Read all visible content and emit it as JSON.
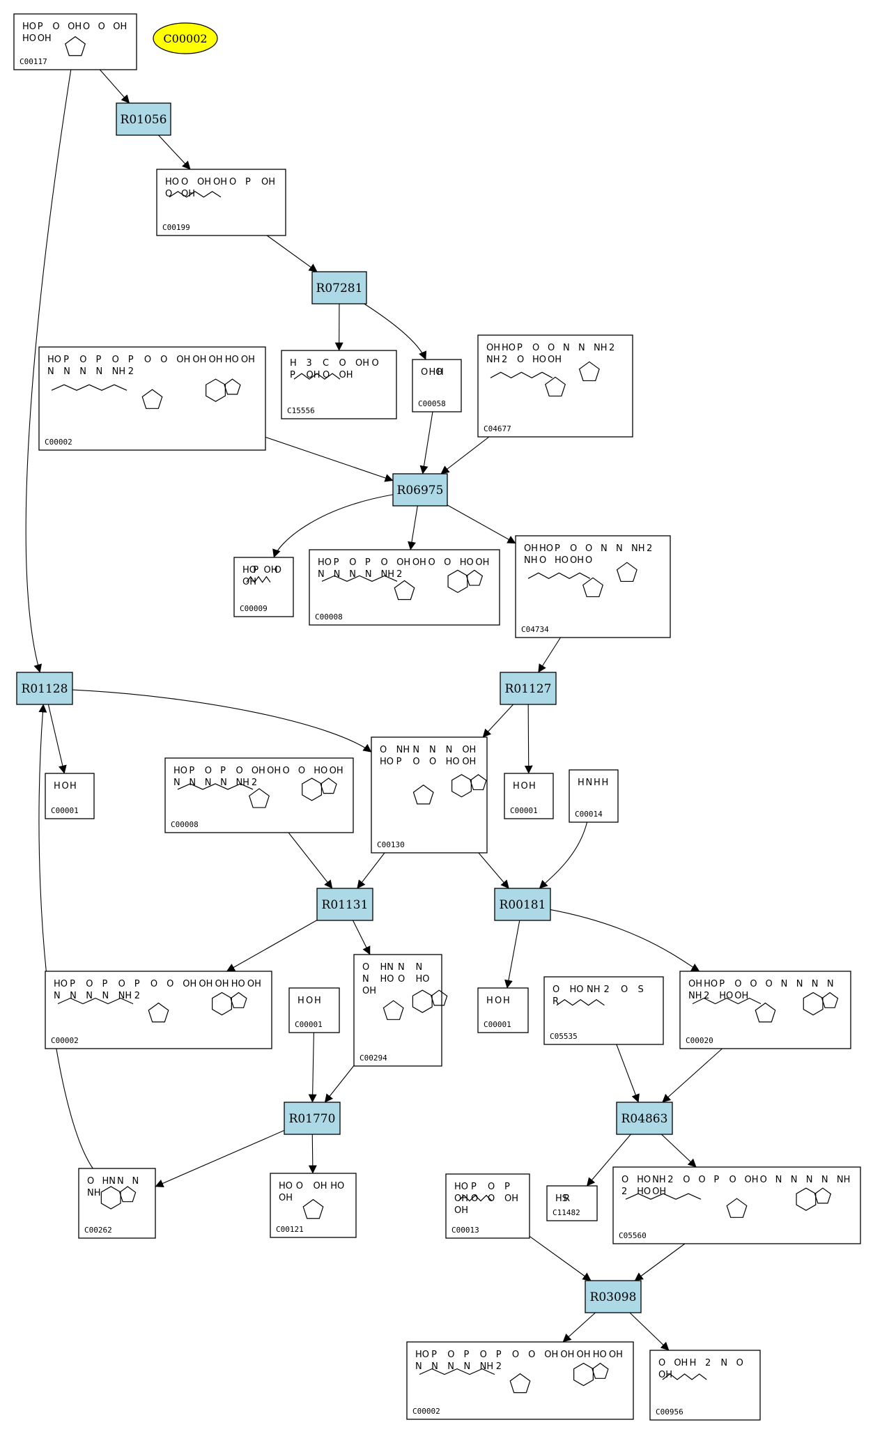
{
  "colors": {
    "reaction_fill": "#add8e6",
    "highlight_fill": "#ffff00",
    "stroke": "#000000"
  },
  "highlight": {
    "label": "C00002"
  },
  "reactions": [
    {
      "id": "r01056",
      "label": "R01056"
    },
    {
      "id": "r07281",
      "label": "R07281"
    },
    {
      "id": "r06975",
      "label": "R06975"
    },
    {
      "id": "r01128",
      "label": "R01128"
    },
    {
      "id": "r01127",
      "label": "R01127"
    },
    {
      "id": "r01131",
      "label": "R01131"
    },
    {
      "id": "r00181",
      "label": "R00181"
    },
    {
      "id": "r01770",
      "label": "R01770"
    },
    {
      "id": "r04863",
      "label": "R04863"
    },
    {
      "id": "r03098",
      "label": "R03098"
    }
  ],
  "compounds": [
    {
      "id": "c00117",
      "label": "C00117",
      "type": "ribose-p",
      "atoms": [
        "HO",
        "P",
        "O",
        "OH",
        "O",
        "O",
        "OH",
        "HO",
        "OH"
      ]
    },
    {
      "id": "c00199",
      "label": "C00199",
      "type": "chain-p",
      "atoms": [
        "HO",
        "O",
        "OH",
        "OH",
        "O",
        "P",
        "OH",
        "O",
        "OH"
      ]
    },
    {
      "id": "c15556",
      "label": "C15556",
      "type": "chain-p",
      "atoms": [
        "H",
        "3",
        "C",
        "O",
        "OH",
        "O",
        "P",
        "OH",
        "O",
        "OH"
      ]
    },
    {
      "id": "c00058",
      "label": "C00058",
      "type": "small",
      "atoms": [
        "O",
        "HO",
        "H"
      ]
    },
    {
      "id": "c00002a",
      "label": "C00002",
      "type": "atp",
      "atoms": [
        "HO",
        "P",
        "O",
        "P",
        "O",
        "P",
        "O",
        "O",
        "OH",
        "OH",
        "OH",
        "HO",
        "OH",
        "N",
        "N",
        "N",
        "N",
        "NH",
        "2"
      ]
    },
    {
      "id": "c04677",
      "label": "C04677",
      "type": "aicar",
      "atoms": [
        "OH",
        "HO",
        "P",
        "O",
        "O",
        "N",
        "N",
        "NH",
        "2",
        "NH",
        "2",
        "O",
        "HO",
        "OH"
      ]
    },
    {
      "id": "c00009",
      "label": "C00009",
      "type": "phosphate",
      "atoms": [
        "HO",
        "P",
        "OH",
        "O",
        "OH"
      ]
    },
    {
      "id": "c00008a",
      "label": "C00008",
      "type": "adp",
      "atoms": [
        "HO",
        "P",
        "O",
        "P",
        "O",
        "OH",
        "OH",
        "O",
        "O",
        "HO",
        "OH",
        "N",
        "N",
        "N",
        "N",
        "NH",
        "2"
      ]
    },
    {
      "id": "c04734",
      "label": "C04734",
      "type": "faicar",
      "atoms": [
        "OH",
        "HO",
        "P",
        "O",
        "O",
        "N",
        "N",
        "NH",
        "2",
        "NH",
        "O",
        "HO",
        "OH",
        "O"
      ]
    },
    {
      "id": "c00001a",
      "label": "C00001",
      "type": "water",
      "atoms": [
        "H",
        "O",
        "H"
      ]
    },
    {
      "id": "c00008b",
      "label": "C00008",
      "type": "adp",
      "atoms": [
        "HO",
        "P",
        "O",
        "P",
        "O",
        "OH",
        "OH",
        "O",
        "O",
        "HO",
        "OH",
        "N",
        "N",
        "N",
        "N",
        "NH",
        "2"
      ]
    },
    {
      "id": "c00130",
      "label": "C00130",
      "type": "imp",
      "atoms": [
        "O",
        "NH",
        "N",
        "N",
        "N",
        "OH",
        "HO",
        "P",
        "O",
        "O",
        "HO",
        "OH"
      ]
    },
    {
      "id": "c00001b",
      "label": "C00001",
      "type": "water",
      "atoms": [
        "H",
        "O",
        "H"
      ]
    },
    {
      "id": "c00014",
      "label": "C00014",
      "type": "ammonia",
      "atoms": [
        "H",
        "N",
        "H",
        "H"
      ]
    },
    {
      "id": "c00002b",
      "label": "C00002",
      "type": "atp",
      "atoms": [
        "HO",
        "P",
        "O",
        "P",
        "O",
        "P",
        "O",
        "O",
        "OH",
        "OH",
        "OH",
        "HO",
        "OH",
        "N",
        "N",
        "N",
        "N",
        "NH",
        "2"
      ]
    },
    {
      "id": "c00001c",
      "label": "C00001",
      "type": "water",
      "atoms": [
        "H",
        "O",
        "H"
      ]
    },
    {
      "id": "c00294",
      "label": "C00294",
      "type": "inosine",
      "atoms": [
        "O",
        "HN",
        "N",
        "N",
        "N",
        "HO",
        "O",
        "HO",
        "OH"
      ]
    },
    {
      "id": "c00001d",
      "label": "C00001",
      "type": "water",
      "atoms": [
        "H",
        "O",
        "H"
      ]
    },
    {
      "id": "c05535",
      "label": "C05535",
      "type": "acyl",
      "atoms": [
        "O",
        "HO",
        "NH",
        "2",
        "O",
        "S",
        "R"
      ]
    },
    {
      "id": "c00020",
      "label": "C00020",
      "type": "amp",
      "atoms": [
        "OH",
        "HO",
        "P",
        "O",
        "O",
        "O",
        "N",
        "N",
        "N",
        "N",
        "NH",
        "2",
        "HO",
        "OH"
      ]
    },
    {
      "id": "c00262",
      "label": "C00262",
      "type": "hypoxanthine",
      "atoms": [
        "O",
        "HN",
        "N",
        "N",
        "NH"
      ]
    },
    {
      "id": "c00121",
      "label": "C00121",
      "type": "ribose",
      "atoms": [
        "HO",
        "O",
        "OH",
        "HO",
        "OH"
      ]
    },
    {
      "id": "c11482",
      "label": "C11482",
      "type": "thiol",
      "atoms": [
        "HS",
        "R"
      ]
    },
    {
      "id": "c00013",
      "label": "C00013",
      "type": "ppi",
      "atoms": [
        "HO",
        "P",
        "O",
        "P",
        "OH",
        "O",
        "O",
        "OH",
        "OH"
      ]
    },
    {
      "id": "c05560",
      "label": "C05560",
      "type": "acyl-amp",
      "atoms": [
        "O",
        "HO",
        "NH",
        "2",
        "O",
        "O",
        "P",
        "O",
        "OH",
        "O",
        "N",
        "N",
        "N",
        "N",
        "NH",
        "2",
        "HO",
        "OH"
      ]
    },
    {
      "id": "c00002c",
      "label": "C00002",
      "type": "atp",
      "atoms": [
        "HO",
        "P",
        "O",
        "P",
        "O",
        "P",
        "O",
        "O",
        "OH",
        "OH",
        "OH",
        "HO",
        "OH",
        "N",
        "N",
        "N",
        "N",
        "NH",
        "2"
      ]
    },
    {
      "id": "c00956",
      "label": "C00956",
      "type": "aminoacid",
      "atoms": [
        "O",
        "OH",
        "H",
        "2",
        "N",
        "O",
        "OH"
      ]
    }
  ],
  "edges": [
    [
      "c00117",
      "r01056"
    ],
    [
      "r01056",
      "c00199"
    ],
    [
      "c00199",
      "r07281"
    ],
    [
      "r07281",
      "c15556"
    ],
    [
      "r07281",
      "c00058"
    ],
    [
      "c00002a",
      "r06975"
    ],
    [
      "c00058",
      "r06975"
    ],
    [
      "c04677",
      "r06975"
    ],
    [
      "r06975",
      "c00009"
    ],
    [
      "r06975",
      "c00008a"
    ],
    [
      "r06975",
      "c04734"
    ],
    [
      "c00117",
      "r01128"
    ],
    [
      "r01128",
      "c00001a"
    ],
    [
      "r01128",
      "c00130"
    ],
    [
      "c04734",
      "r01127"
    ],
    [
      "r01127",
      "c00130"
    ],
    [
      "r01127",
      "c00001b"
    ],
    [
      "c00008b",
      "r01131"
    ],
    [
      "c00130",
      "r01131"
    ],
    [
      "c00130",
      "r00181"
    ],
    [
      "c00014",
      "r00181"
    ],
    [
      "r01131",
      "c00002b"
    ],
    [
      "r01131",
      "c00294"
    ],
    [
      "r00181",
      "c00001c"
    ],
    [
      "r00181",
      "c00020"
    ],
    [
      "c00001d",
      "r01770"
    ],
    [
      "c00294",
      "r01770"
    ],
    [
      "r01770",
      "c00262"
    ],
    [
      "r01770",
      "c00121"
    ],
    [
      "c00262",
      "r01128"
    ],
    [
      "c05535",
      "r04863"
    ],
    [
      "c00020",
      "r04863"
    ],
    [
      "r04863",
      "c11482"
    ],
    [
      "r04863",
      "c05560"
    ],
    [
      "c00013",
      "r03098"
    ],
    [
      "c05560",
      "r03098"
    ],
    [
      "r03098",
      "c00002c"
    ],
    [
      "r03098",
      "c00956"
    ]
  ]
}
